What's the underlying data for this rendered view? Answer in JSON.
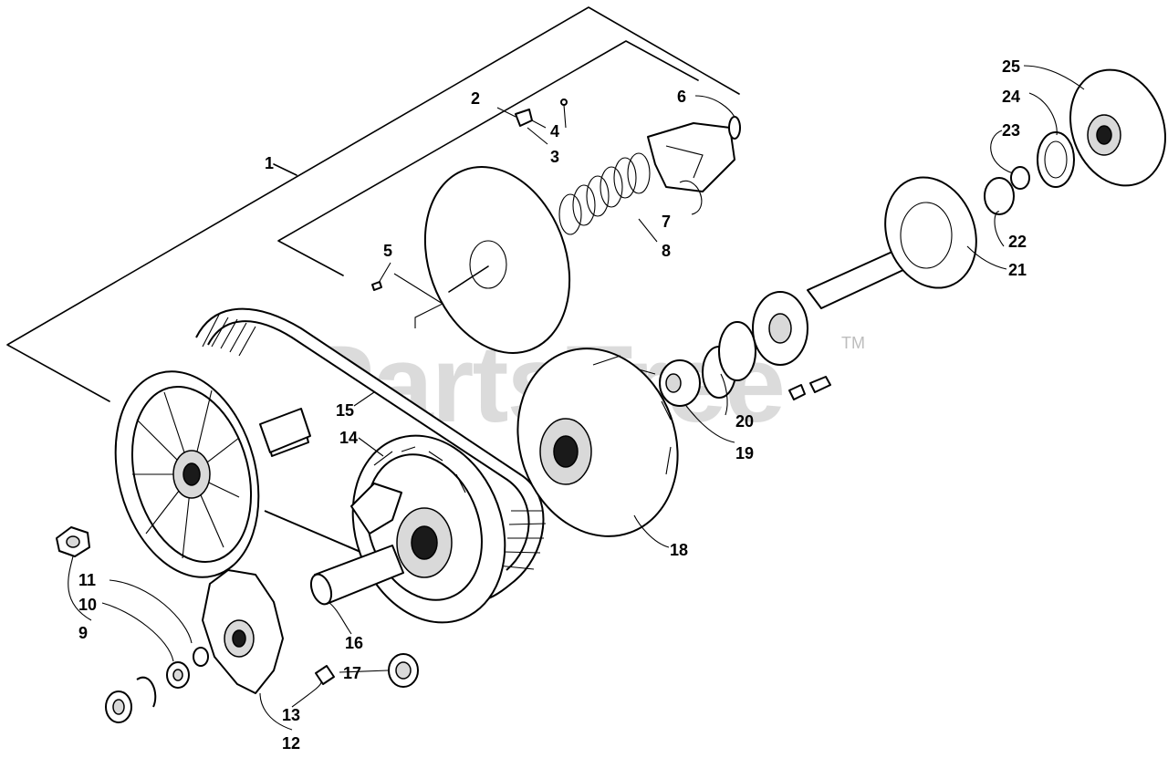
{
  "watermark": {
    "text": "PartsTree",
    "trademark": "TM"
  },
  "callouts": [
    "1",
    "2",
    "3",
    "4",
    "5",
    "6",
    "7",
    "8",
    "9",
    "10",
    "11",
    "12",
    "13",
    "14",
    "15",
    "16",
    "17",
    "18",
    "19",
    "20",
    "21",
    "22",
    "23",
    "24",
    "25"
  ]
}
